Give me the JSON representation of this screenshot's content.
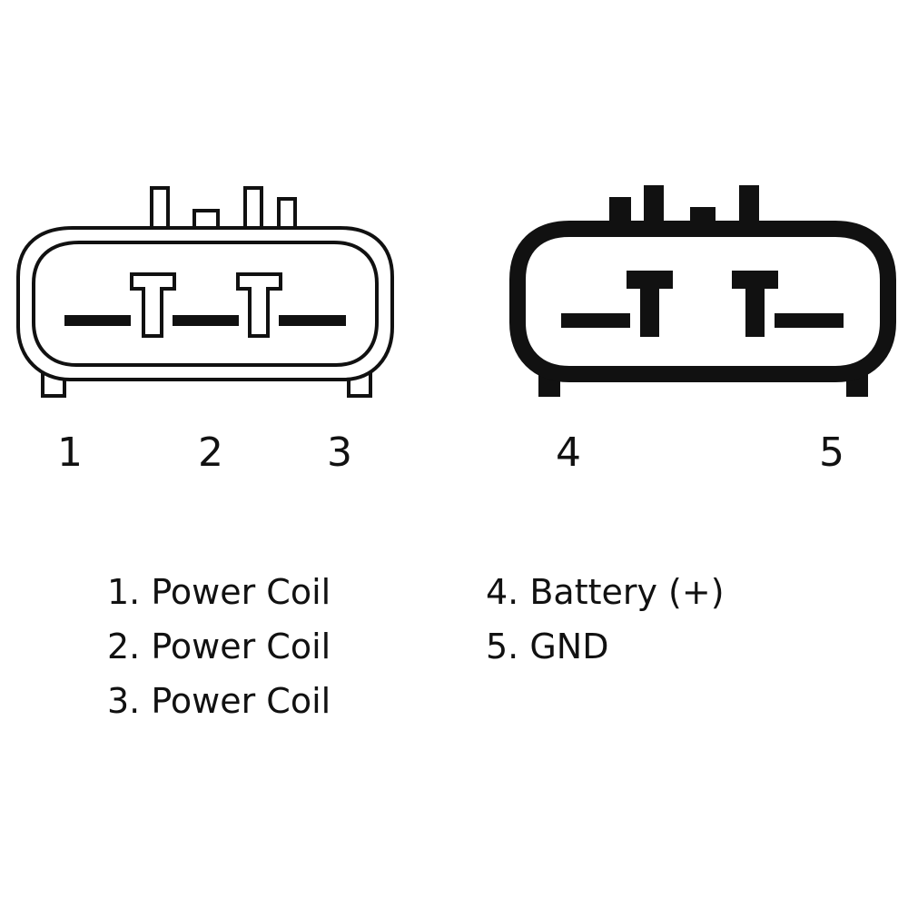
{
  "connectors": [
    {
      "id": "three-pin",
      "pins": [
        "1",
        "2",
        "3"
      ]
    },
    {
      "id": "two-pin",
      "pins": [
        "4",
        "5"
      ]
    }
  ],
  "legend": {
    "left": [
      "1. Power Coil",
      "2. Power Coil",
      "3. Power Coil"
    ],
    "right": [
      "4. Battery (+)",
      "5. GND"
    ]
  },
  "colors": {
    "line": "#111111",
    "background": "#ffffff"
  }
}
